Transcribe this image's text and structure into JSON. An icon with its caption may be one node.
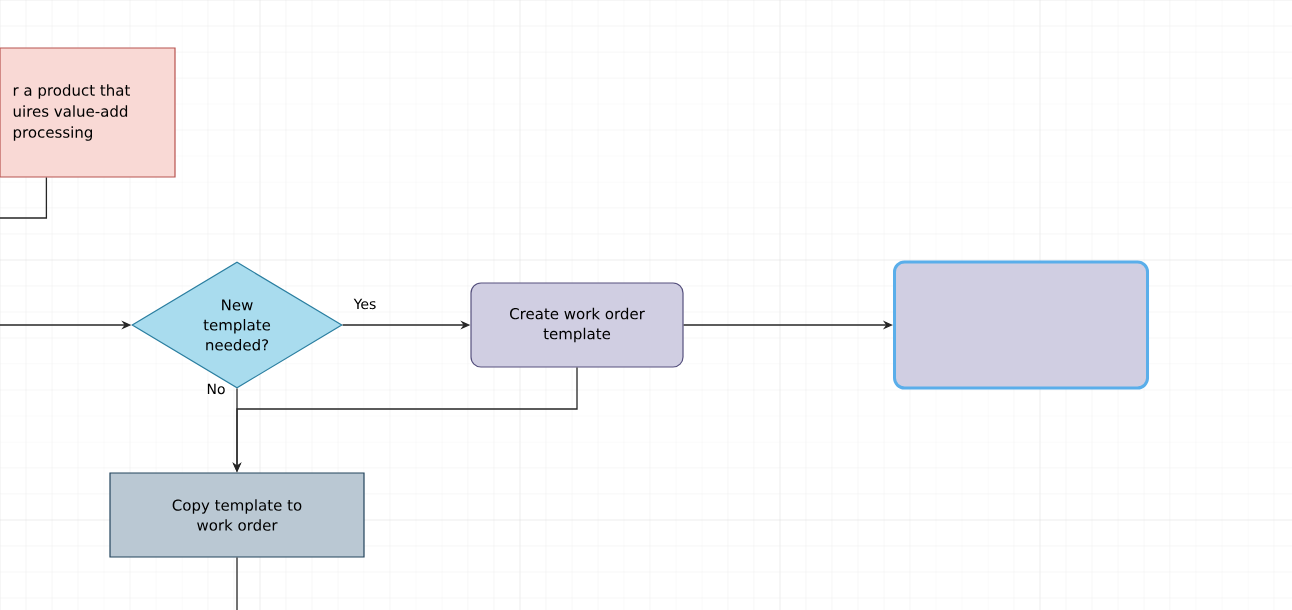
{
  "diagram": {
    "nodes": [
      {
        "text": [
          "r a product that uires value-add processing"
        ]
      },
      {
        "text": [
          "New template needed?"
        ]
      },
      {
        "text": [
          "Create work order template"
        ]
      },
      {
        "text": [],
        "shape": "box"
      },
      {
        "text": [
          "Copy template to work order"
        ]
      }
    ],
    "edges": [
      {
        "from": 0,
        "to": null,
        "arrow": "none"
      },
      {
        "from": null,
        "to": 1,
        "arrow": "to"
      },
      {
        "from": 1,
        "to": 2,
        "arrow": "to",
        "label": "Yes"
      },
      {
        "from": 2,
        "to": 3,
        "arrow": "to"
      },
      {
        "from": 1,
        "to": 4,
        "arrow": "to",
        "label": "No"
      },
      {
        "from": 2,
        "to": 4,
        "arrow": "to"
      },
      {
        "from": 4,
        "to": null,
        "arrow": "none"
      }
    ]
  }
}
